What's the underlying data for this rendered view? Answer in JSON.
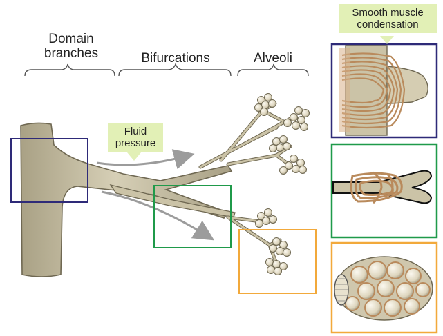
{
  "labels": {
    "domain_branches": "Domain\nbranches",
    "bifurcations": "Bifurcations",
    "alveoli": "Alveoli",
    "fluid_pressure": "Fluid\npressure",
    "smooth_muscle": "Smooth muscle\ncondensation"
  },
  "colors": {
    "airway_fill": "#cbc3a7",
    "airway_stroke": "#6f6852",
    "alveolus_fill": "#e5dfcb",
    "muscle": "#c79a6b",
    "callout_bg": "#e2f0b6",
    "arrow": "#9c9c9c",
    "box_domain": "#2e2a78",
    "box_bifurcation": "#1f9a4a",
    "box_alveoli": "#f2a93b"
  },
  "icons": [
    "domain-branch-icon",
    "bifurcation-icon",
    "alveolar-sac-icon"
  ]
}
